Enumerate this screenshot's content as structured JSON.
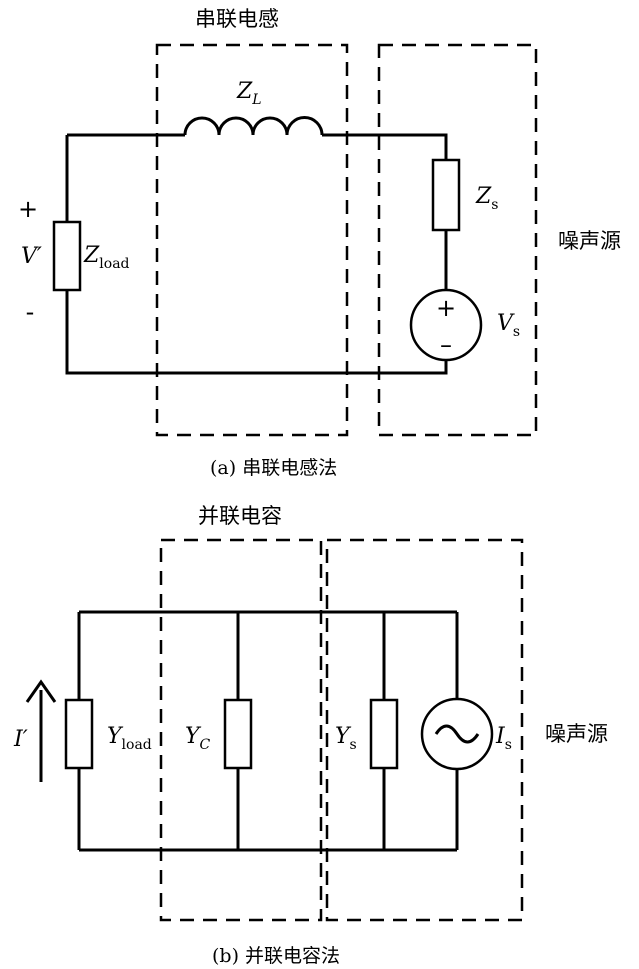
{
  "diagram_a": {
    "title": "串联电感",
    "caption": "(a) 串联电感法",
    "noise_source_label": "噪声源",
    "inductor": {
      "symbol": "Z",
      "sub": "L"
    },
    "source_impedance": {
      "symbol": "Z",
      "sub": "s"
    },
    "load": {
      "symbol": "Z",
      "sub": "load"
    },
    "voltage_source": {
      "symbol": "V",
      "sub": "s",
      "plus": "+",
      "minus": "–"
    },
    "port_voltage": {
      "symbol": "V′",
      "plus": "+",
      "minus": "-"
    }
  },
  "diagram_b": {
    "title": "并联电容",
    "caption": "(b) 并联电容法",
    "noise_source_label": "噪声源",
    "load": {
      "symbol": "Y",
      "sub": "load"
    },
    "capacitor": {
      "symbol": "Y",
      "sub": "C"
    },
    "source_admittance": {
      "symbol": "Y",
      "sub": "s"
    },
    "current_source": {
      "symbol": "I",
      "sub": "s"
    },
    "port_current": {
      "symbol": "I′"
    }
  }
}
